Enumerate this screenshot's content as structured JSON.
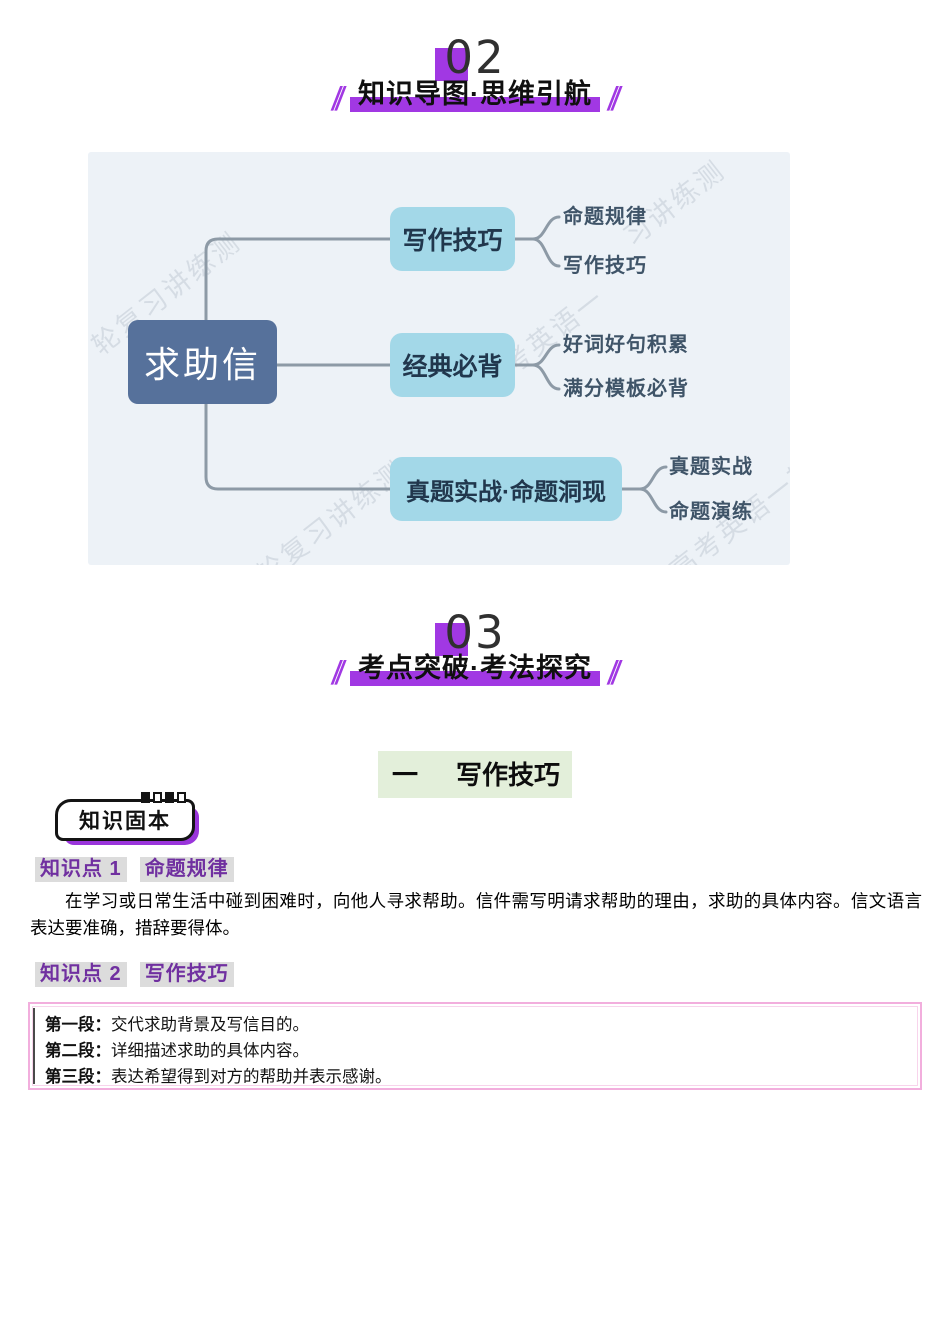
{
  "section02": {
    "number": "02",
    "title": "知识导图·思维引航",
    "slash": "∥"
  },
  "section03": {
    "number": "03",
    "title": "考点突破·考法探究",
    "slash": "∥"
  },
  "mindmap": {
    "root": "求助信",
    "branches": [
      {
        "label": "写作技巧",
        "children": [
          "命题规律",
          "写作技巧"
        ]
      },
      {
        "label": "经典必背",
        "children": [
          "好词好句积累",
          "满分模板必背"
        ]
      },
      {
        "label": "真题实战·命题洞现",
        "children": [
          "真题实战",
          "命题演练"
        ]
      }
    ],
    "watermarks": [
      "轮复习讲练测",
      "习讲练测",
      "考英语一",
      "一轮复习讲练测",
      "高考英语一轮"
    ],
    "colors": {
      "background": "#edf2f7",
      "root_bg": "#56719b",
      "branch_bg": "#a3d8e8",
      "line": "#8d9aa6"
    }
  },
  "heading": {
    "index": "一",
    "label": "写作技巧",
    "bg": "#e3efda"
  },
  "badge": {
    "label": "知识固本"
  },
  "kp1": {
    "tag": "知识点 1",
    "title": "命题规律",
    "body": "在学习或日常生活中碰到困难时，向他人寻求帮助。信件需写明请求帮助的理由，求助的具体内容。信文语言表达要准确，措辞要得体。"
  },
  "kp2": {
    "tag": "知识点 2",
    "title": "写作技巧",
    "items": [
      {
        "label": "第一段：",
        "text": "交代求助背景及写信目的。"
      },
      {
        "label": "第二段：",
        "text": "详细描述求助的具体内容。"
      },
      {
        "label": "第三段：",
        "text": "表达希望得到对方的帮助并表示感谢。"
      }
    ]
  },
  "colors": {
    "accent_purple": "#a138e3",
    "kp_purple": "#7030a0",
    "kp_tag_bg": "#dcdcdc",
    "heading_green": "#e3efda",
    "box_border_pink": "#f2aedd"
  }
}
